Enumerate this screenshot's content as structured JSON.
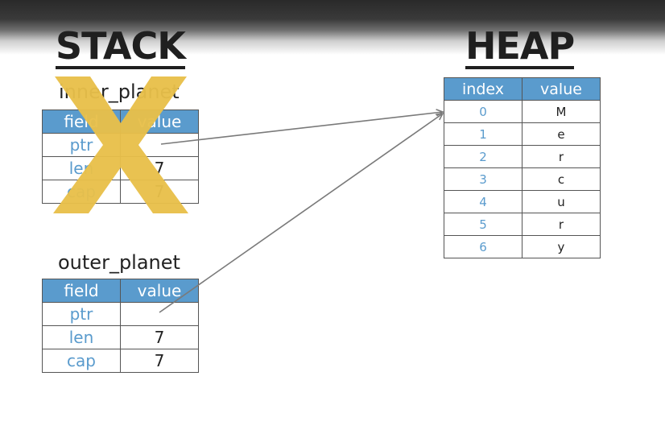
{
  "stack": {
    "heading": "STACK",
    "inner_planet": {
      "title": "inner_planet",
      "headers": [
        "field",
        "value"
      ],
      "rows": [
        {
          "field": "ptr",
          "value": ""
        },
        {
          "field": "len",
          "value": "7"
        },
        {
          "field": "cap",
          "value": "7"
        }
      ]
    },
    "outer_planet": {
      "title": "outer_planet",
      "headers": [
        "field",
        "value"
      ],
      "rows": [
        {
          "field": "ptr",
          "value": ""
        },
        {
          "field": "len",
          "value": "7"
        },
        {
          "field": "cap",
          "value": "7"
        }
      ]
    }
  },
  "heap": {
    "heading": "HEAP",
    "headers": [
      "index",
      "value"
    ],
    "rows": [
      {
        "index": "0",
        "value": "M"
      },
      {
        "index": "1",
        "value": "e"
      },
      {
        "index": "2",
        "value": "r"
      },
      {
        "index": "3",
        "value": "c"
      },
      {
        "index": "4",
        "value": "u"
      },
      {
        "index": "5",
        "value": "r"
      },
      {
        "index": "6",
        "value": "y"
      }
    ]
  },
  "colors": {
    "header_fill": "#5a9bcd",
    "field_text": "#5a9bcd",
    "x_mark": "#e8c04a",
    "arrow": "#7a7a7a"
  },
  "icons": {
    "dropped_marker": "x-mark-icon",
    "pointer": "arrow-icon"
  }
}
